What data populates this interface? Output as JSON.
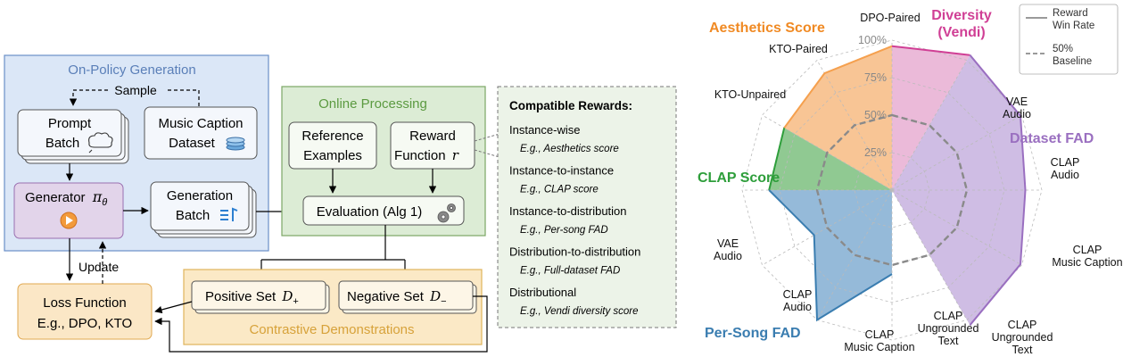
{
  "diagram": {
    "on_policy": {
      "title": "On-Policy Generation",
      "sample_label": "Sample",
      "prompt_batch": [
        "Prompt",
        "Batch"
      ],
      "music_caption_dataset": [
        "Music Caption",
        "Dataset"
      ],
      "generator": "Generator",
      "generator_symbol": "π",
      "generator_subscript": "θ",
      "generation_batch": [
        "Generation",
        "Batch"
      ],
      "update_label": "Update"
    },
    "online": {
      "title": "Online Processing",
      "reference_examples": [
        "Reference",
        "Examples"
      ],
      "reward_function": [
        "Reward",
        "Function"
      ],
      "reward_symbol": "r",
      "evaluation": "Evaluation (Alg 1)"
    },
    "loss": {
      "line1": "Loss Function",
      "line2": "E.g., DPO, KTO"
    },
    "contrastive": {
      "title": "Contrastive Demonstrations",
      "positive_label": "Positive Set",
      "positive_symbol": "D",
      "positive_sub": "+",
      "negative_label": "Negative Set",
      "negative_symbol": "D",
      "negative_sub": "−"
    },
    "rewards": {
      "title": "Compatible Rewards:",
      "items": [
        {
          "name": "Instance-wise",
          "example": "E.g., Aesthetics score"
        },
        {
          "name": "Instance-to-instance",
          "example": "E.g., CLAP score"
        },
        {
          "name": "Instance-to-distribution",
          "example": "E.g., Per-song FAD"
        },
        {
          "name": "Distribution-to-distribution",
          "example": "E.g., Full-dataset FAD"
        },
        {
          "name": "Distributional",
          "example": "E.g., Vendi diversity score"
        }
      ]
    }
  },
  "chart_data": {
    "type": "radar",
    "axes": [
      [
        "DPO-Paired"
      ],
      [
        "Diversity",
        "(Vendi)"
      ],
      [
        "VAE",
        "Audio"
      ],
      [
        "CLAP",
        "Audio"
      ],
      [
        "CLAP",
        "Music Caption"
      ],
      [
        "CLAP",
        "Ungrounded",
        "Text"
      ],
      [
        "CLAP",
        "Ungrounded",
        "Text"
      ],
      [
        "CLAP",
        "Music Caption"
      ],
      [
        "CLAP",
        "Audio"
      ],
      [
        "VAE",
        "Audio"
      ],
      [
        "KTO-Unpaired"
      ],
      [
        "KTO-Paired"
      ]
    ],
    "rlim": [
      0,
      100
    ],
    "ticks": [
      "25%",
      "50%",
      "75%",
      "100%"
    ],
    "tick_values": [
      25,
      50,
      75,
      100
    ],
    "baseline_value": 50,
    "region_labels": {
      "aesthetics": "Aesthetics Score",
      "diversity": [
        "Diversity",
        "(Vendi)"
      ],
      "dataset_fad": "Dataset FAD",
      "clap": "CLAP Score",
      "per_song": "Per-Song FAD"
    },
    "series": [
      {
        "name": "Aesthetics Score",
        "color": "#f5a04e",
        "fill": "#f7bb82",
        "points": [
          [
            0,
            96
          ],
          [
            11,
            90
          ],
          [
            10,
            83
          ]
        ]
      },
      {
        "name": "Diversity (Vendi)",
        "color": "#d03f95",
        "fill": "#e8aed2",
        "points": [
          [
            0,
            96
          ],
          [
            1,
            104
          ]
        ]
      },
      {
        "name": "Dataset FAD",
        "color": "#9a6fc0",
        "fill": "#c7b1df",
        "points": [
          [
            1,
            104
          ],
          [
            2,
            99
          ],
          [
            3,
            89
          ],
          [
            4,
            99
          ],
          [
            5,
            104
          ]
        ]
      },
      {
        "name": "CLAP Score",
        "color": "#2e9e3b",
        "fill": "#7cc07f",
        "points": [
          [
            10,
            83
          ],
          [
            9,
            82
          ]
        ]
      },
      {
        "name": "Per-Song FAD",
        "color": "#3a7db0",
        "fill": "#83aed2",
        "points": [
          [
            9,
            82
          ],
          [
            8,
            60
          ],
          [
            7,
            100
          ],
          [
            6,
            56
          ]
        ]
      }
    ],
    "legend": [
      {
        "label": [
          "Reward",
          "Win Rate"
        ],
        "style": "solid"
      },
      {
        "label": [
          "50%",
          "Baseline"
        ],
        "style": "dashed"
      }
    ],
    "grid": true
  }
}
